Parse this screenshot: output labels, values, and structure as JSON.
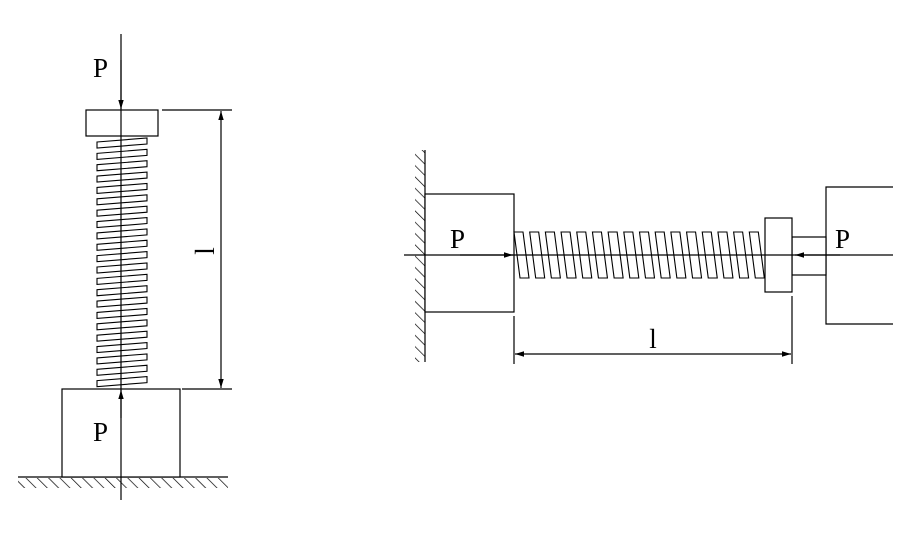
{
  "left_figure": {
    "force_top_label": "P",
    "force_bottom_label": "P",
    "length_label": "l"
  },
  "right_figure": {
    "force_left_label": "P",
    "force_right_label": "P",
    "length_label": "l"
  },
  "colors": {
    "line": "#000000",
    "background": "#ffffff"
  }
}
